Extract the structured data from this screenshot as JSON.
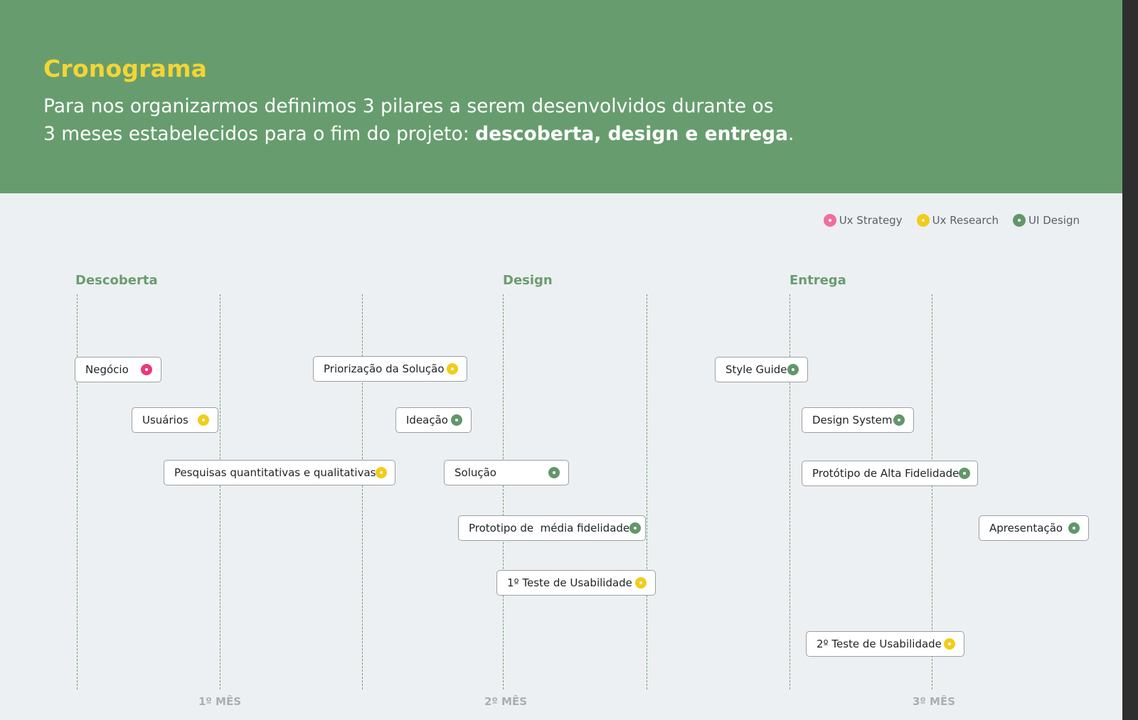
{
  "header": {
    "title": "Cronograma",
    "intro_line1": "Para nos organizarmos definimos 3 pilares a serem desenvolvidos durante os",
    "intro_line2_plain": "3 meses estabelecidos para o fim do projeto: ",
    "intro_line2_bold": "descoberta, design e entrega",
    "intro_line2_end": "."
  },
  "legend": [
    {
      "label": "Ux Strategy",
      "category": "strategy",
      "color": "#e9397d"
    },
    {
      "label": "Ux Research",
      "category": "research",
      "color": "#f3cc19"
    },
    {
      "label": "UI Design",
      "category": "ui",
      "color": "#62966b"
    }
  ],
  "phases": [
    "Descoberta",
    "Design",
    "Entrega"
  ],
  "months": [
    "1º MÊS",
    "2º MÊS",
    "3º MÊS"
  ],
  "tasks": [
    {
      "label": "Negócio",
      "category": "strategy"
    },
    {
      "label": "Usuários",
      "category": "research"
    },
    {
      "label": "Pesquisas quantitativas e qualitativas",
      "category": "research"
    },
    {
      "label": "Priorização da Solução",
      "category": "research"
    },
    {
      "label": "Ideação",
      "category": "ui"
    },
    {
      "label": "Solução",
      "category": "ui"
    },
    {
      "label": "Prototipo de  média fidelidade",
      "category": "ui"
    },
    {
      "label": "1º Teste de Usabilidade",
      "category": "research"
    },
    {
      "label": "Style Guide",
      "category": "ui"
    },
    {
      "label": "Design System",
      "category": "ui"
    },
    {
      "label": "Protótipo de Alta Fidelidade",
      "category": "ui"
    },
    {
      "label": "Apresentação",
      "category": "ui"
    },
    {
      "label": "2º Teste de Usabilidade",
      "category": "research"
    }
  ]
}
